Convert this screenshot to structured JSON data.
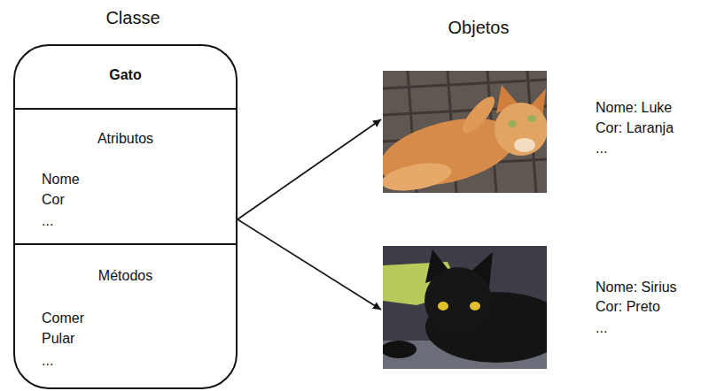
{
  "diagram": {
    "nodes": [
      {
        "text": [
          "Gato"
        ]
      },
      {
        "text": [
          "Atributos",
          "Nome",
          "Cor",
          "..."
        ],
        "in": 0
      },
      {
        "text": [
          "Métodos",
          "Comer",
          "Pular",
          "..."
        ],
        "in": 0
      },
      {
        "text": [
          "Nome: Luke",
          "Cor: Laranja",
          "..."
        ]
      },
      {
        "text": [
          "Nome: Sirius",
          "Cor: Preto",
          "..."
        ]
      }
    ],
    "edges": [
      {
        "from": 0,
        "to": 3,
        "arrow": "to"
      },
      {
        "from": 0,
        "to": 4,
        "arrow": "to"
      }
    ],
    "labels": [
      "Classe",
      "Objetos"
    ]
  }
}
